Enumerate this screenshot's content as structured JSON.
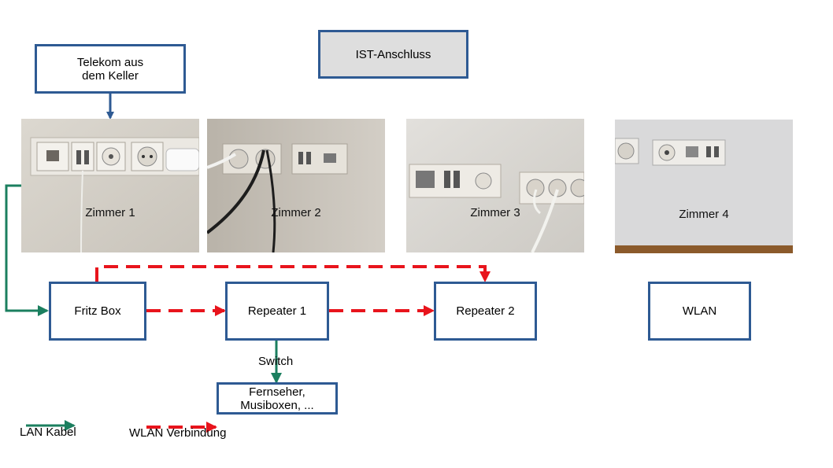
{
  "title": "IST-Anschluss",
  "source_box": "Telekom aus\ndem Keller",
  "rooms": [
    "Zimmer 1",
    "Zimmer 2",
    "Zimmer 3",
    "Zimmer 4"
  ],
  "devices": {
    "fritz_box": "Fritz Box",
    "repeater_1": "Repeater 1",
    "repeater_2": "Repeater 2",
    "wlan": "WLAN",
    "endpoint": "Fernseher,\nMusiboxen, ..."
  },
  "switch_label": "Switch",
  "legend": {
    "lan": "LAN Kabel",
    "wlan": "WLAN Verbindung"
  },
  "colors": {
    "box_border": "#2e5a93",
    "lan": "#1b7f5f",
    "wlan": "#e8141c",
    "title_fill": "#dedede"
  }
}
